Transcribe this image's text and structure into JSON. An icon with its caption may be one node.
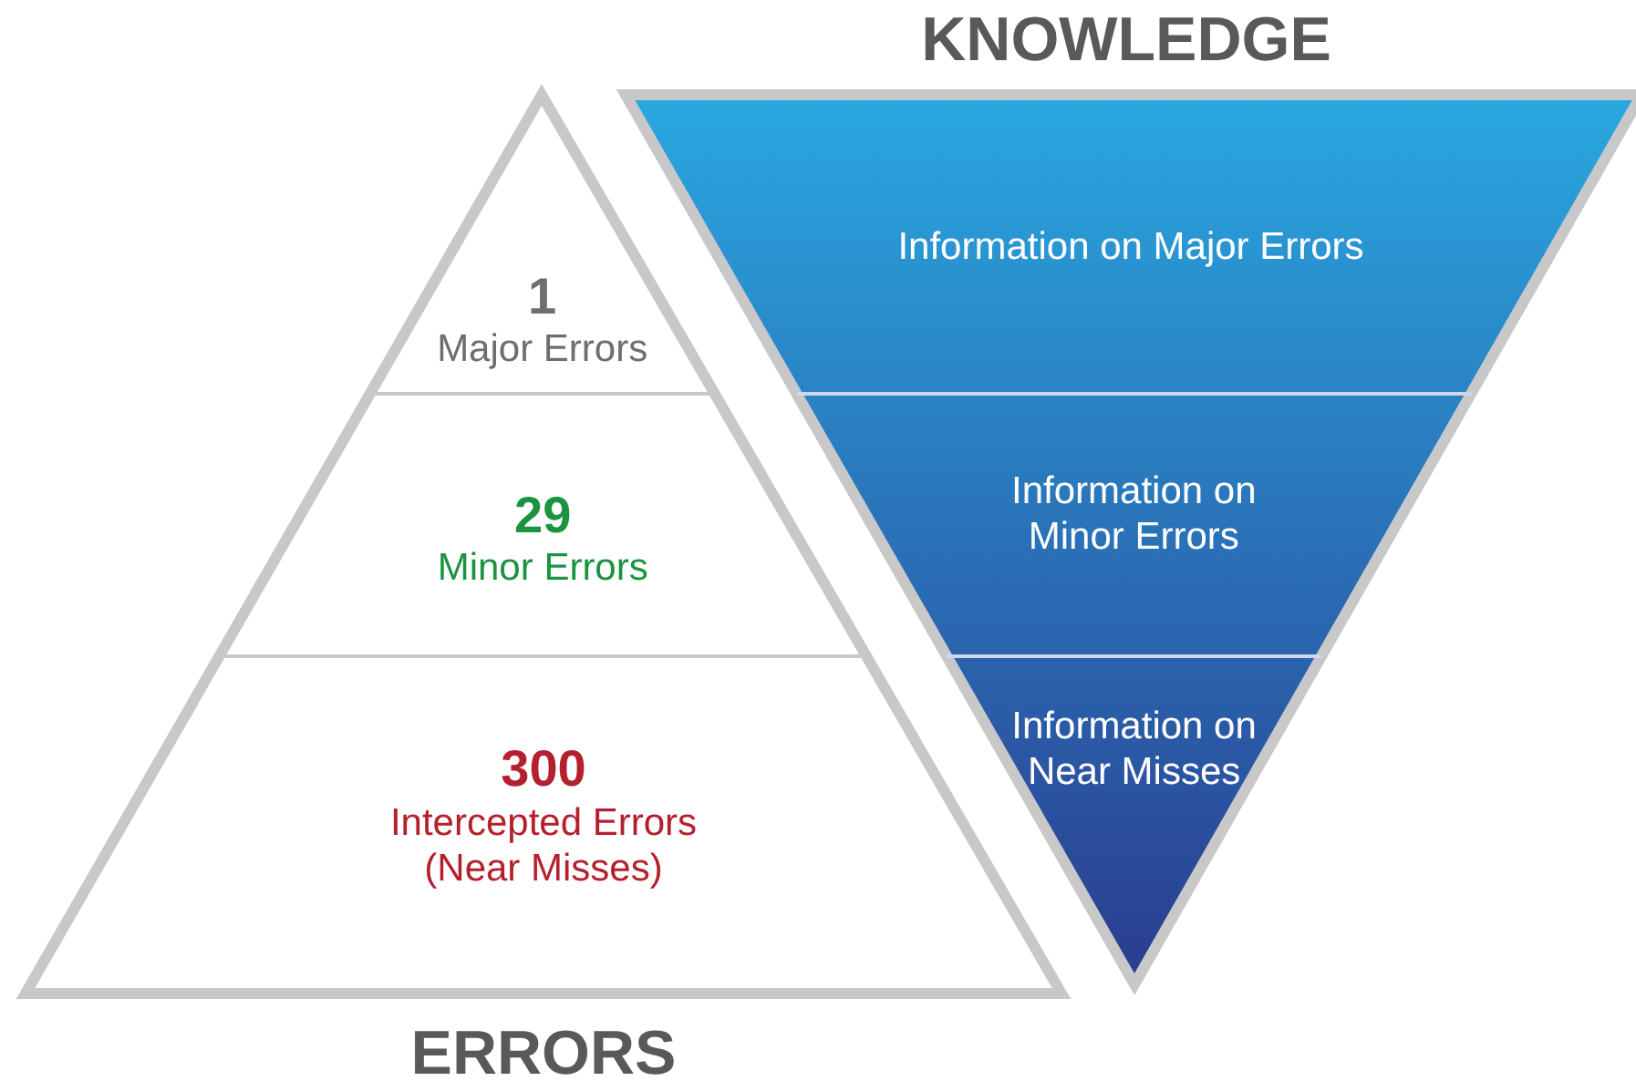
{
  "diagram": {
    "nodes": [
      {
        "text": [
          "ERRORS"
        ]
      },
      {
        "text": [
          "1",
          "Major Errors"
        ],
        "in": 0
      },
      {
        "text": [
          "29",
          "Minor Errors"
        ],
        "in": 0
      },
      {
        "text": [
          "300",
          "Intercepted Errors (Near Misses)"
        ],
        "in": 0
      },
      {
        "text": [
          "KNOWLEDGE"
        ]
      },
      {
        "text": [
          "Information on Major Errors"
        ],
        "in": 4
      },
      {
        "text": [
          "Information on Minor Errors"
        ],
        "in": 4
      },
      {
        "text": [
          "Information on Near Misses"
        ],
        "in": 4
      }
    ]
  }
}
